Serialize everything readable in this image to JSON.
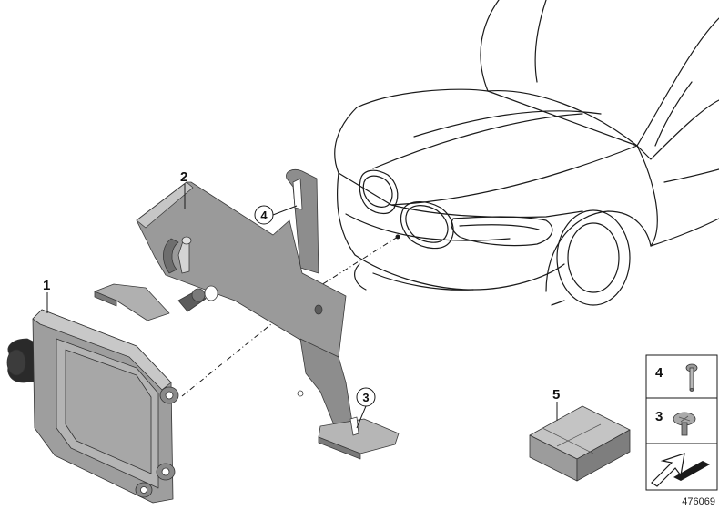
{
  "callouts": {
    "part_1": "1",
    "part_2": "2",
    "part_3": "3",
    "part_4": "4",
    "part_5": "5"
  },
  "legend": {
    "row_4": "4",
    "row_3": "3"
  },
  "catalog_number": "476069",
  "colors": {
    "line_art": "#1a1a1a",
    "part_fill": "#9a9a9a",
    "part_fill_light": "#c6c6c6",
    "part_fill_dark": "#6e6e6e",
    "background": "#ffffff"
  }
}
